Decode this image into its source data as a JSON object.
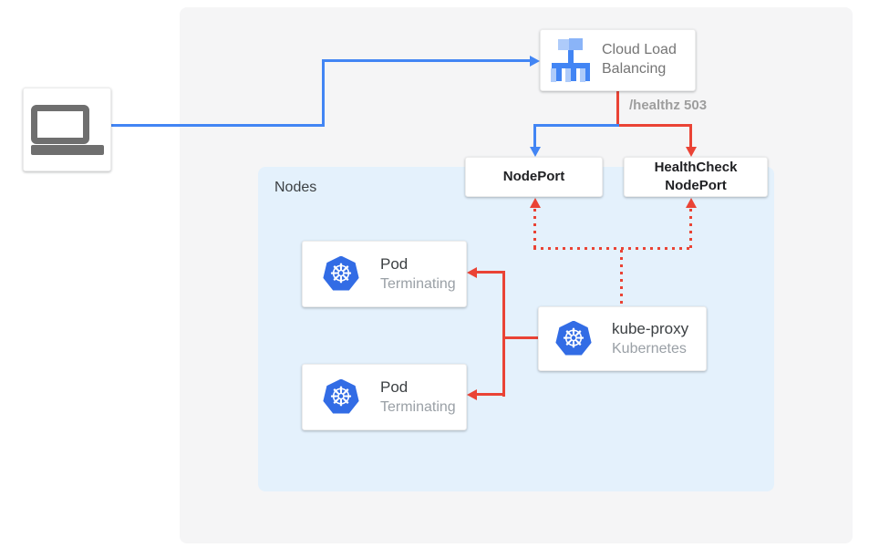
{
  "nodes_group": {
    "label": "Nodes"
  },
  "load_balancer": {
    "label_line1": "Cloud Load",
    "label_line2": "Balancing"
  },
  "edge_labels": {
    "healthz": "/healthz 503"
  },
  "nodeport": {
    "label": "NodePort"
  },
  "healthcheck_nodeport": {
    "label_line1": "HealthCheck",
    "label_line2": "NodePort"
  },
  "pods": [
    {
      "title": "Pod",
      "status": "Terminating"
    },
    {
      "title": "Pod",
      "status": "Terminating"
    }
  ],
  "kube_proxy": {
    "title": "kube-proxy",
    "subtitle": "Kubernetes"
  },
  "icons": {
    "client": "laptop-icon",
    "load_balancer": "cloud-load-balancing-icon",
    "pods": "kubernetes-icon",
    "kube_proxy": "kubernetes-icon",
    "kubernetes_glyph": "☸"
  },
  "colors": {
    "blue_arrow": "#4285f4",
    "red_arrow": "#ea4335",
    "kubernetes_blue": "#326ce5",
    "nodes_background": "#e4f1fc",
    "panel_background": "#f5f5f6",
    "laptop_icon_gray": "#6f6f6f"
  }
}
